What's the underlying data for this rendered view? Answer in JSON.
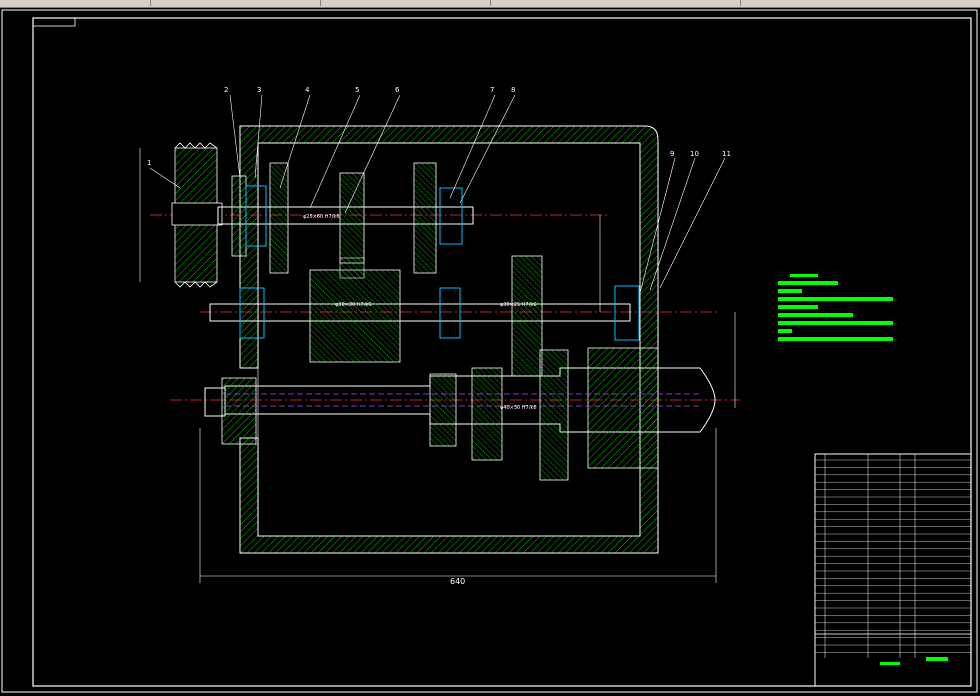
{
  "drawing": {
    "overall_dimension": "640",
    "part_callouts": [
      "1",
      "2",
      "3",
      "4",
      "5",
      "6",
      "7",
      "8",
      "9",
      "10",
      "11"
    ],
    "colors": {
      "background": "#000000",
      "frame": "#ffffff",
      "hatch": "#00c000",
      "centerline": "#ff3030",
      "hidden": "#c040ff",
      "bearing": "#00c0ff",
      "text_block": "#00ff00",
      "gear_face": "#e0c0c0"
    },
    "notes_title": "技术要求",
    "title_block_name": "车床主轴箱"
  }
}
